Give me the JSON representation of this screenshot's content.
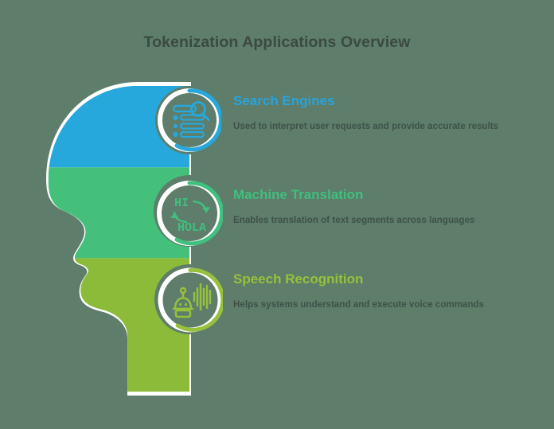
{
  "page": {
    "title": "Tokenization Applications Overview",
    "background_color": "#5e7d6a",
    "title_color": "#3c4a41"
  },
  "palette": {
    "blue": "#27a8dc",
    "green": "#44c07b",
    "lime": "#8cbb3a",
    "outline": "#ffffff",
    "body_text": "#3f5149"
  },
  "sections": [
    {
      "id": "search-engines",
      "title": "Search Engines",
      "body": "Used to interpret user requests and provide accurate results",
      "color": "#2aa3dc",
      "icon": "search-list-icon"
    },
    {
      "id": "machine-translation",
      "title": "Machine Translation",
      "body": "Enables translation of text segments across languages",
      "color": "#3fc07e",
      "icon": "language-translate-icon",
      "icon_labels": {
        "source": "HI",
        "target": "HOLA"
      }
    },
    {
      "id": "speech-recognition",
      "title": "Speech Recognition",
      "body": "Helps systems understand and execute voice commands",
      "color": "#97c13c",
      "icon": "robot-soundwave-icon"
    }
  ],
  "illustration": {
    "name": "human-head-profile",
    "bands": [
      {
        "name": "skull-band",
        "color": "#27a8dc"
      },
      {
        "name": "midface-band",
        "color": "#44c07b"
      },
      {
        "name": "jaw-band",
        "color": "#8cbb3a"
      }
    ]
  }
}
